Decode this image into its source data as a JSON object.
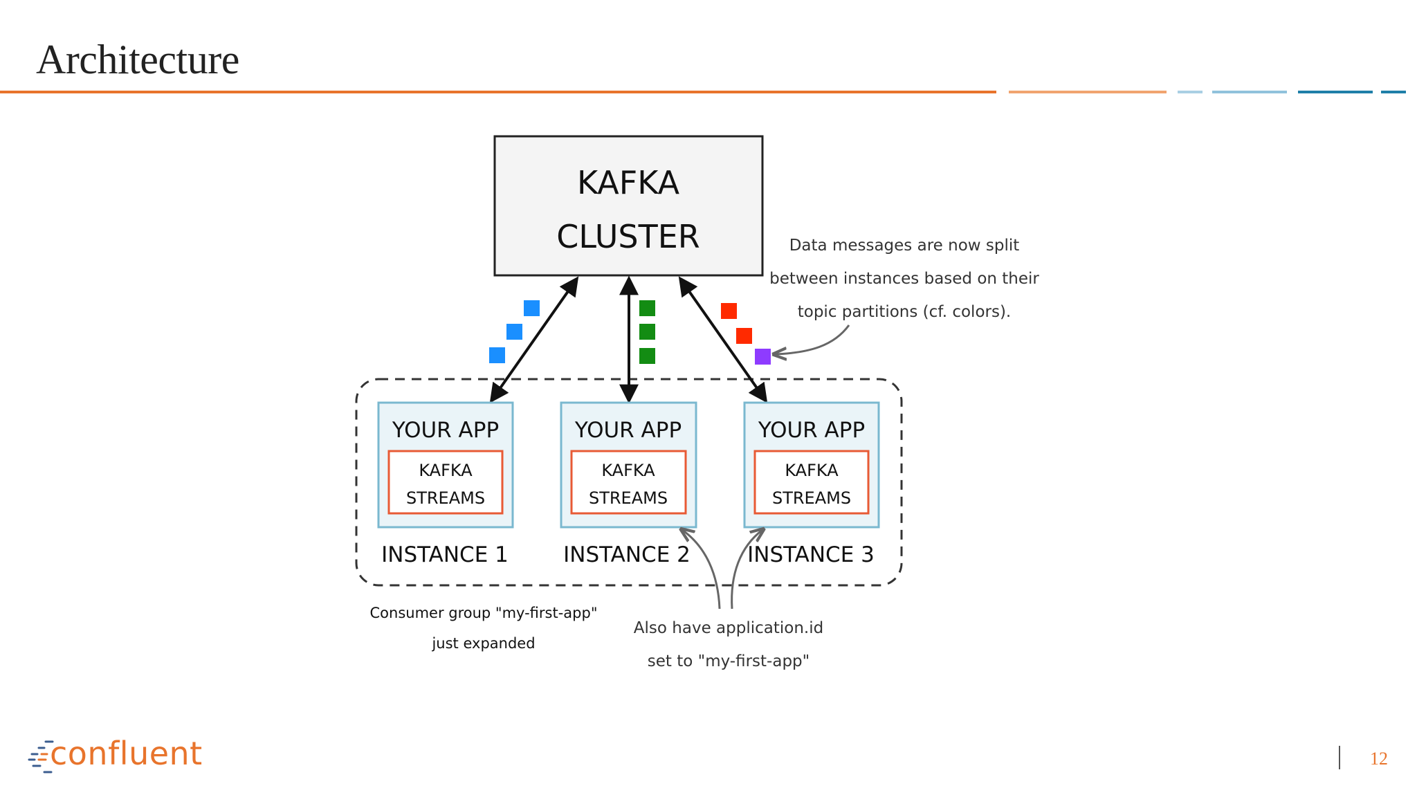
{
  "title": "Architecture",
  "cluster": {
    "line1": "KAFKA",
    "line2": "CLUSTER"
  },
  "instances": [
    {
      "app_label": "YOUR APP",
      "streams_line1": "KAFKA",
      "streams_line2": "STREAMS",
      "instance_label": "INSTANCE 1"
    },
    {
      "app_label": "YOUR APP",
      "streams_line1": "KAFKA",
      "streams_line2": "STREAMS",
      "instance_label": "INSTANCE 2"
    },
    {
      "app_label": "YOUR APP",
      "streams_line1": "KAFKA",
      "streams_line2": "STREAMS",
      "instance_label": "INSTANCE 3"
    }
  ],
  "annotations": {
    "partitions": [
      "Data messages are now split",
      "between instances based on their",
      "topic partitions (cf. colors)."
    ],
    "consumer_group": [
      "Consumer group \"my-first-app\"",
      "just expanded"
    ],
    "app_id": [
      "Also have application.id",
      "set to \"my-first-app\""
    ]
  },
  "partition_colors": {
    "blue": "#1a8fff",
    "green": "#138c13",
    "red": "#ff2a00",
    "purple": "#8e3bff"
  },
  "accent_colors": {
    "orange": "#e8742c",
    "teal": "#1f7fa8",
    "light_blue": "#90c2dc"
  },
  "logo": {
    "text": "confluent"
  },
  "page_number": "12"
}
